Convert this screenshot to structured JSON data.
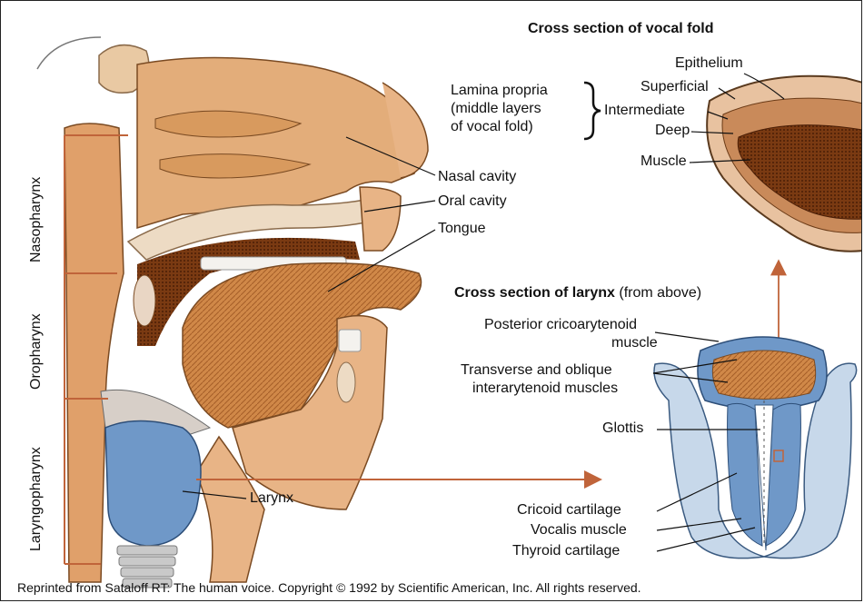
{
  "colors": {
    "skin": "#e8b486",
    "tissue_dark": "#8b4a22",
    "tongue": "#d08848",
    "larynx_blue": "#6f98c8",
    "cartilage_light": "#c7d8ea",
    "bracket_line": "#c0643a",
    "arrow": "#c0643a"
  },
  "icons": {
    "sagittal": "sagittal-head-illustration",
    "vocal_fold": "vocal-fold-cross-section-illustration",
    "larynx_top": "larynx-top-view-illustration"
  },
  "regions": {
    "nasopharynx": "Nasopharynx",
    "oropharynx": "Oropharynx",
    "laryngopharynx": "Laryngopharynx"
  },
  "labels": {
    "nasal_cavity": "Nasal cavity",
    "oral_cavity": "Oral cavity",
    "tongue": "Tongue",
    "larynx": "Larynx"
  },
  "vocal_fold": {
    "heading": "Cross section of vocal fold",
    "lamina_line1": "Lamina propria",
    "lamina_line2": "(middle layers",
    "lamina_line3": "of vocal fold)",
    "epithelium": "Epithelium",
    "superficial": "Superficial",
    "intermediate": "Intermediate",
    "deep": "Deep",
    "muscle": "Muscle"
  },
  "larynx_section": {
    "heading_bold": "Cross section of larynx",
    "heading_rest": " (from above)",
    "posterior_line1": "Posterior cricoarytenoid",
    "posterior_line2": "muscle",
    "transverse_line1": "Transverse and oblique",
    "transverse_line2": "interarytenoid muscles",
    "glottis": "Glottis",
    "cricoid": "Cricoid cartilage",
    "vocalis": "Vocalis muscle",
    "thyroid": "Thyroid cartilage"
  },
  "credit": "Reprinted from Sataloff RT: The human voice. Copyright © 1992 by Scientific American, Inc. All rights reserved."
}
